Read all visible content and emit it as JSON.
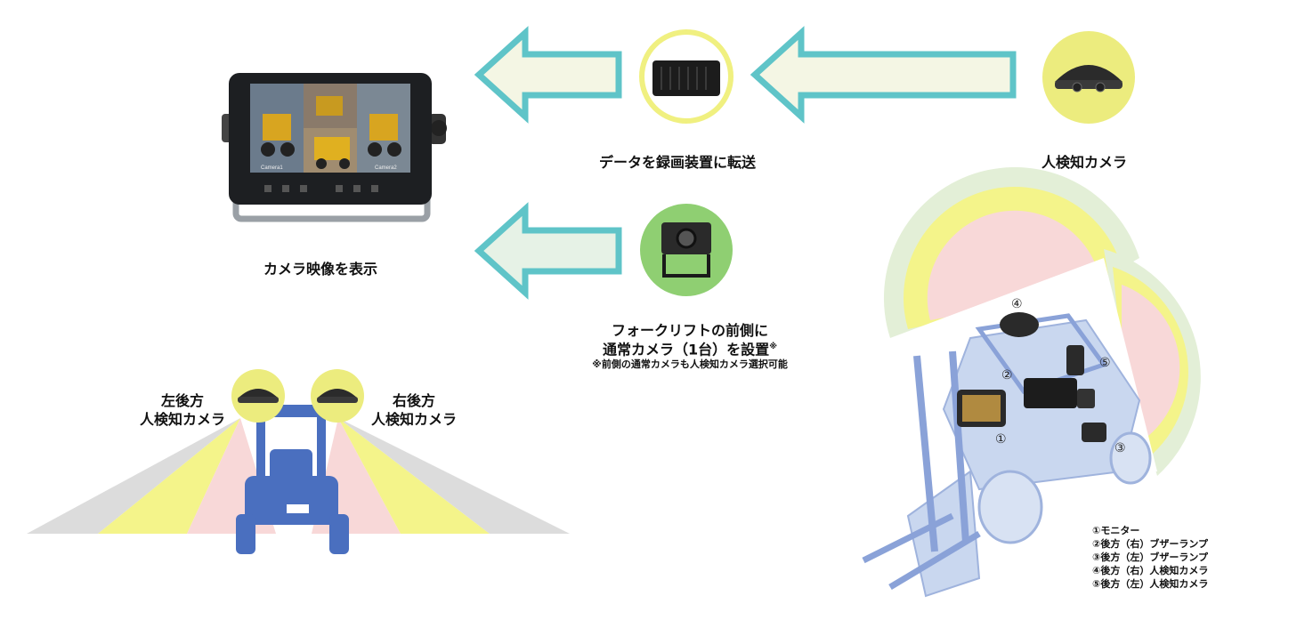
{
  "labels": {
    "monitor": "カメラ映像を表示",
    "recorder": "データを録画装置に転送",
    "person_camera": "人検知カメラ",
    "front_camera_line1": "フォークリフトの前側に",
    "front_camera_line2": "通常カメラ（1台）を設置",
    "front_camera_mark": "※",
    "front_camera_note": "※前側の通常カメラも人検知カメラ選択可能",
    "left_rear_line1": "左後方",
    "left_rear_line2": "人検知カメラ",
    "right_rear_line1": "右後方",
    "right_rear_line2": "人検知カメラ"
  },
  "monitor_screen": {
    "tile_left": "Camera1",
    "tile_right": "Camera2"
  },
  "markers": [
    "①",
    "②",
    "③",
    "④",
    "⑤"
  ],
  "legend": [
    "①モニター",
    "②後方（右）ブザーランプ",
    "③後方（左）ブザーランプ",
    "④後方（右）人検知カメラ",
    "⑤後方（左）人検知カメラ"
  ],
  "colors": {
    "arrow_stroke": "#5fc4c8",
    "arrow_fill": "#f4f6e4",
    "arrow_fill_green": "#e6f2e6",
    "circle_yellow": "#f0f080",
    "circle_green": "#8fcf72",
    "zone_gray": "#dcdcdc",
    "zone_yellow": "#f4f48a",
    "zone_pink": "#f8d8d8",
    "zone_lightgreen": "#e3efd7",
    "forklift_blue": "#4a6fbf"
  }
}
